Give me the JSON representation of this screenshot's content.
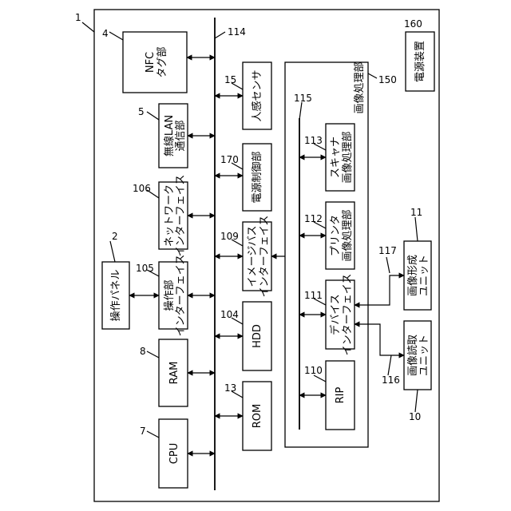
{
  "refs": {
    "device": "1",
    "panel": "2",
    "nfc": "4",
    "wlan": "5",
    "cpu": "7",
    "ram": "8",
    "scan_unit": "10",
    "print_unit": "11",
    "rom": "13",
    "sensor": "15",
    "hdd": "104",
    "op_if": "105",
    "net_if": "106",
    "img_bus_if": "109",
    "rip": "110",
    "dev_if": "111",
    "printer_img": "112",
    "scanner_img": "113",
    "main_bus": "114",
    "img_bus": "115",
    "read_line": "116",
    "form_line": "117",
    "img_proc": "150",
    "power_ctrl": "170",
    "power_dev": "160"
  },
  "labels": {
    "nfc_1": "NFC",
    "nfc_2": "タグ部",
    "wlan_1": "無線LAN",
    "wlan_2": "通信部",
    "net_if_1": "ネットワーク",
    "net_if_2": "インターフェイス",
    "op_if_1": "操作部",
    "op_if_2": "インターフェイス",
    "panel": "操作パネル",
    "ram": "RAM",
    "cpu": "CPU",
    "sensor": "人感センサ",
    "power_ctrl": "電源制御部",
    "img_bus_if_1": "イメージバス",
    "img_bus_if_2": "インターフェイス",
    "hdd": "HDD",
    "rom": "ROM",
    "img_proc": "画像処理部",
    "scanner_img_1": "スキャナ",
    "scanner_img_2": "画像処理部",
    "printer_img_1": "プリンタ",
    "printer_img_2": "画像処理部",
    "dev_if_1": "デバイス",
    "dev_if_2": "インターフェイス",
    "rip": "RIP",
    "power_dev": "電源装置",
    "print_unit_1": "画像形成",
    "print_unit_2": "ユニット",
    "scan_unit_1": "画像読取",
    "scan_unit_2": "ユニット"
  }
}
